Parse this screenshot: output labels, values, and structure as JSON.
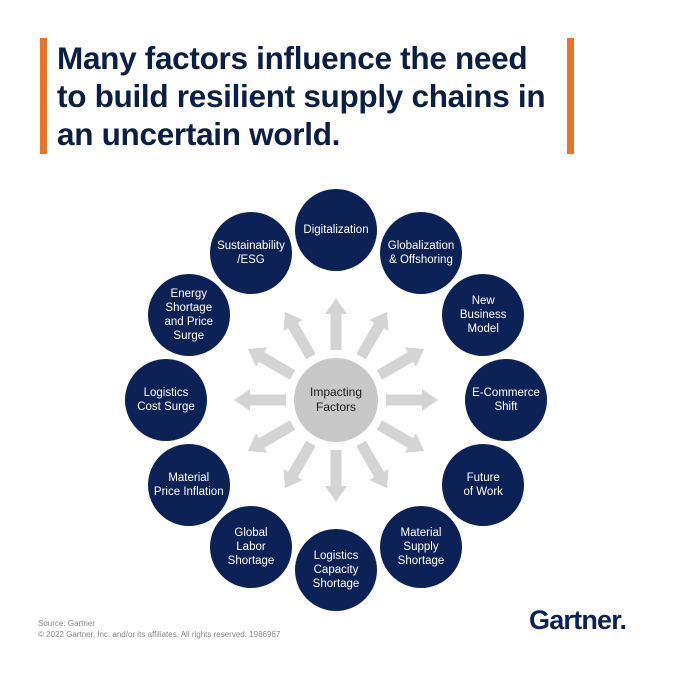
{
  "title_lines": [
    "Many factors influence the need",
    "to build resilient supply chains in",
    "an uncertain world."
  ],
  "center_label": "Impacting\nFactors",
  "factors": [
    "Digitalization",
    "Globalization\n& Offshoring",
    "New\nBusiness\nModel",
    "E-Commerce\nShift",
    "Future\nof Work",
    "Material\nSupply\nShortage",
    "Logistics\nCapacity\nShortage",
    "Global\nLabor\nShortage",
    "Material\nPrice Inflation",
    "Logistics\nCost Surge",
    "Energy\nShortage\nand Price\nSurge",
    "Sustainability\n/ESG"
  ],
  "footer": {
    "source": "Source: Gartner",
    "copyright": "© 2022 Gartner, Inc. and/or its affiliates. All rights reserved. 1986967"
  },
  "logo": "Gartner.",
  "colors": {
    "accent_bar": "#e8742a",
    "title": "#0b1f44",
    "node_fill": "#0c2155",
    "center_fill": "#c8c8c8",
    "arrow_fill": "#d4d4d4"
  }
}
